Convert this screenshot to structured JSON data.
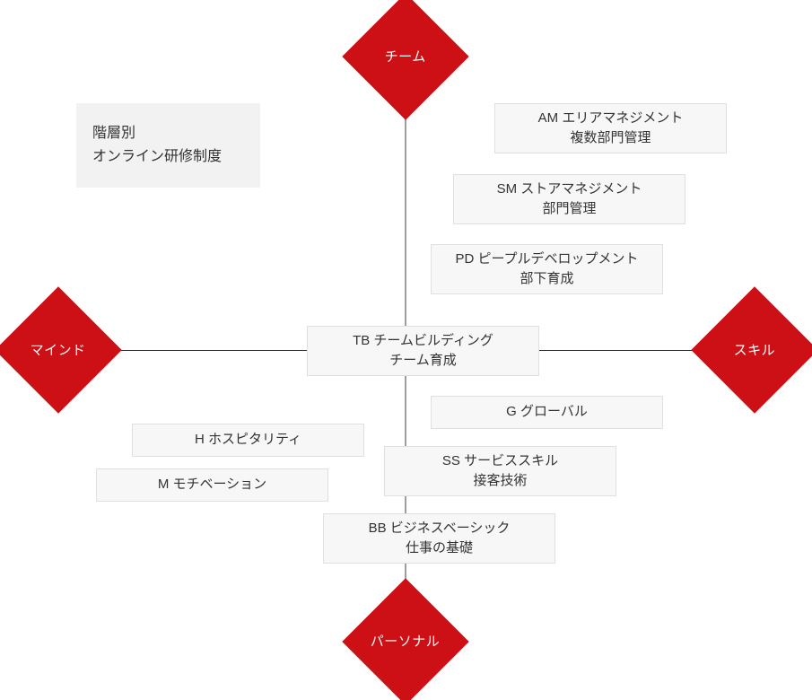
{
  "page": {
    "title_panel": {
      "line1": "階層別",
      "line2": "オンライン研修制度"
    }
  },
  "colors": {
    "diamond_red": "#CC1015",
    "box_fill": "#F7F7F7",
    "box_border": "#E0E0E0",
    "title_fill": "#F2F2F2",
    "text": "#333333",
    "axis_vertical": "#9E9E9E",
    "axis_horizontal": "#2B2B2B"
  },
  "axes": {
    "top": {
      "label": "チーム"
    },
    "left": {
      "label": "マインド"
    },
    "right": {
      "label": "スキル"
    },
    "bottom": {
      "label": "パーソナル"
    }
  },
  "boxes": {
    "am": {
      "code": "AM",
      "line1": "AM エリアマネジメント",
      "line2": "複数部門管理"
    },
    "sm": {
      "code": "SM",
      "line1": "SM ストアマネジメント",
      "line2": "部門管理"
    },
    "pd": {
      "code": "PD",
      "line1": "PD ピープルデベロップメント",
      "line2": "部下育成"
    },
    "tb": {
      "code": "TB",
      "line1": "TB チームビルディング",
      "line2": "チーム育成"
    },
    "g": {
      "code": "G",
      "line1": "G グローバル",
      "line2": ""
    },
    "ss": {
      "code": "SS",
      "line1": "SS サービススキル",
      "line2": "接客技術"
    },
    "h": {
      "code": "H",
      "line1": "H ホスピタリティ",
      "line2": ""
    },
    "m": {
      "code": "M",
      "line1": "M モチベーション",
      "line2": ""
    },
    "bb": {
      "code": "BB",
      "line1": "BB ビジネスベーシック",
      "line2": "仕事の基礎"
    }
  }
}
